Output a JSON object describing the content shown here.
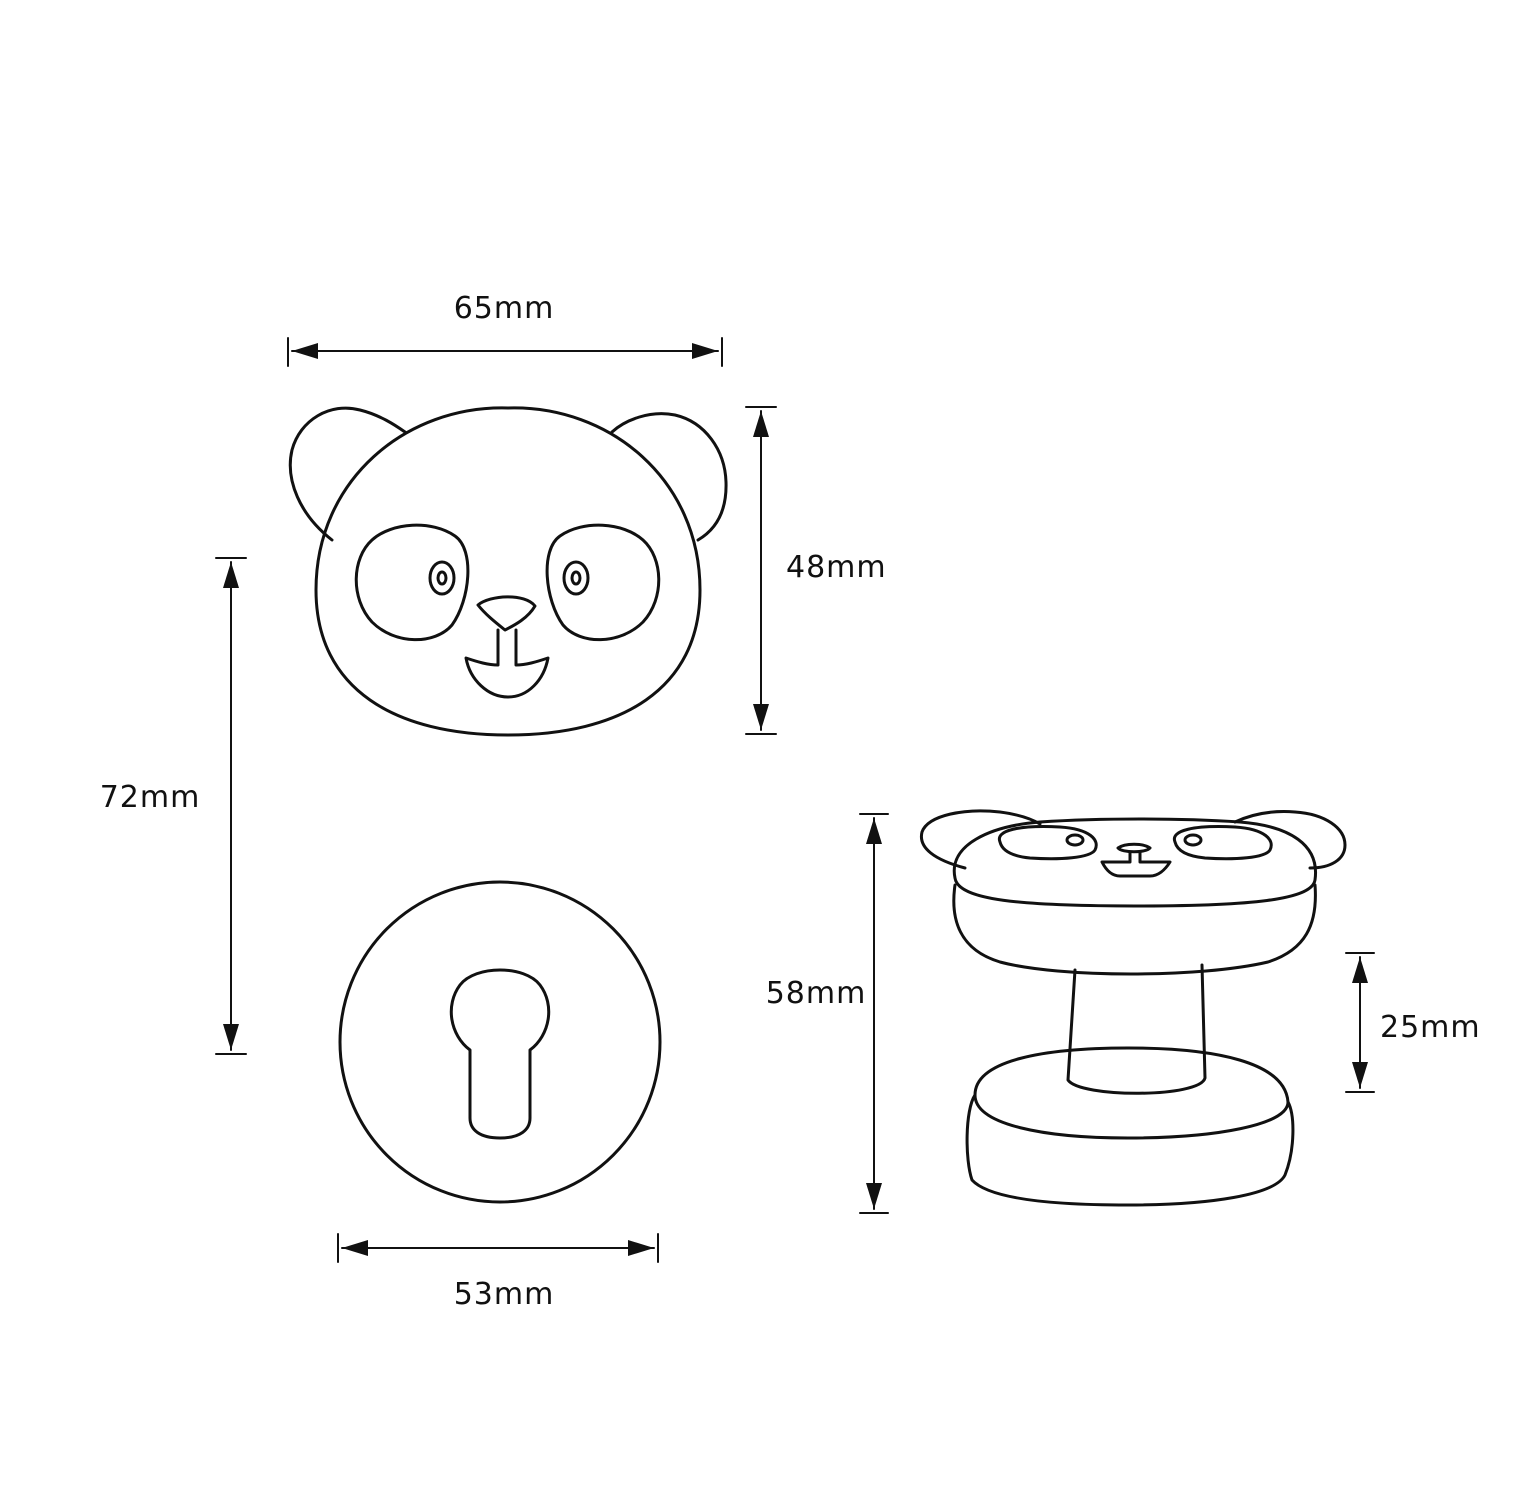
{
  "dimensions": {
    "head_width": "65mm",
    "head_height": "48mm",
    "center_distance": "72mm",
    "rose_diameter": "53mm",
    "knob_depth": "58mm",
    "stem_length": "25mm"
  },
  "colors": {
    "line": "#111111",
    "background": "#ffffff"
  }
}
